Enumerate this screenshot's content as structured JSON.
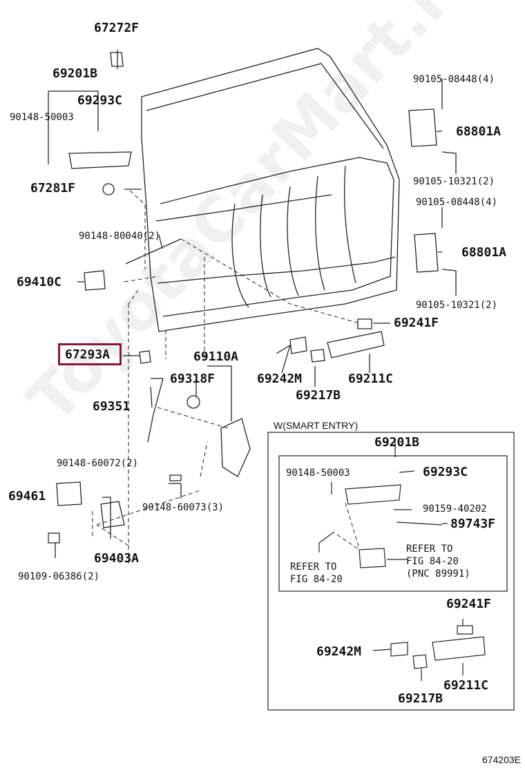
{
  "watermark": "ToyotaCarMart.ru",
  "figure_code": "674203E",
  "labels": {
    "l01": "67272F",
    "l02": "69201B",
    "l03": "69293C",
    "l04": "90148-50003",
    "l05": "67281F",
    "l06": "90148-80040(2)",
    "l07": "69410C",
    "l08": "67293A",
    "l09": "69110A",
    "l10": "69318F",
    "l11": "69351",
    "l12": "90148-60072(2)",
    "l13": "69461",
    "l14": "90148-60073(3)",
    "l15": "69403A",
    "l16": "90109-06386(2)",
    "l17": "90105-08448(4)",
    "l18": "68801A",
    "l19": "90105-10321(2)",
    "l20": "90105-08448(4)",
    "l21": "68801A",
    "l22": "90105-10321(2)",
    "l23": "69241F",
    "l24": "69242M",
    "l25": "69211C",
    "l26": "69217B"
  },
  "smart_entry": {
    "title": "W(SMART ENTRY)",
    "l01": "69201B",
    "l02": "90148-50003",
    "l03": "69293C",
    "l04": "90159-40202",
    "l05": "89743F",
    "l06": "REFER TO",
    "l07": "FIG 84-20",
    "l08": "(PNC 89991)",
    "l09": "REFER TO",
    "l10": "FIG 84-20",
    "l11": "69241F",
    "l12": "69242M",
    "l13": "69211C",
    "l14": "69217B"
  },
  "highlight_color": "#8b1538"
}
